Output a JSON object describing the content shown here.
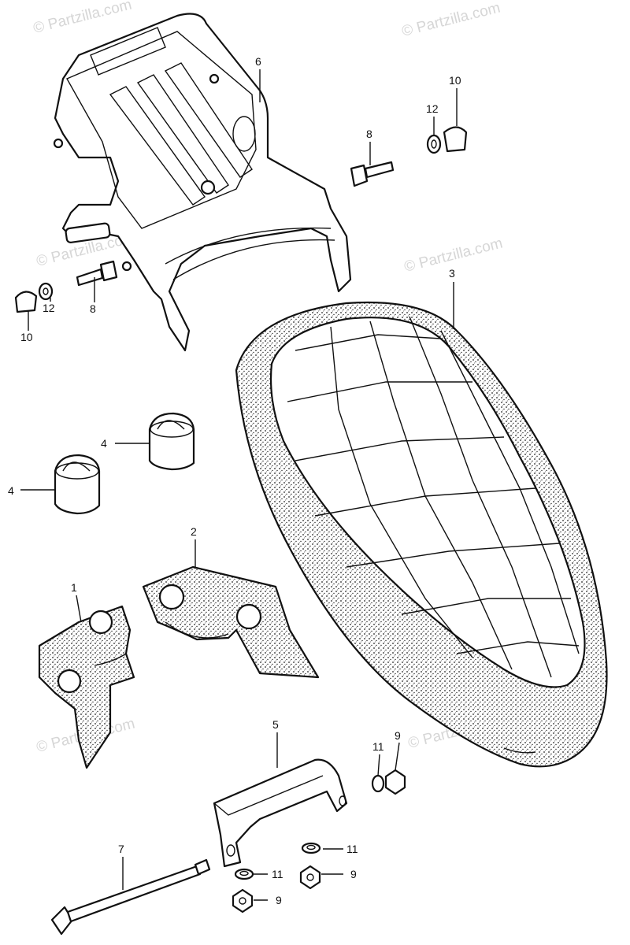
{
  "watermark": "© Partzilla.com",
  "callouts": {
    "rack": "6",
    "seat": "3",
    "bolt_8_top": "8",
    "bolt_8_left": "8",
    "cap_nut_10_top": "10",
    "cap_nut_10_left": "10",
    "washer_12_top": "12",
    "washer_12_left": "12",
    "cushion_4_upper": "4",
    "cushion_4_lower": "4",
    "bracket_1": "1",
    "bracket_2": "2",
    "bracket_5": "5",
    "long_bolt_7": "7",
    "nut_9_a": "9",
    "nut_9_b": "9",
    "nut_9_c": "9",
    "washer_11_a": "11",
    "washer_11_b": "11",
    "washer_11_c": "11"
  }
}
